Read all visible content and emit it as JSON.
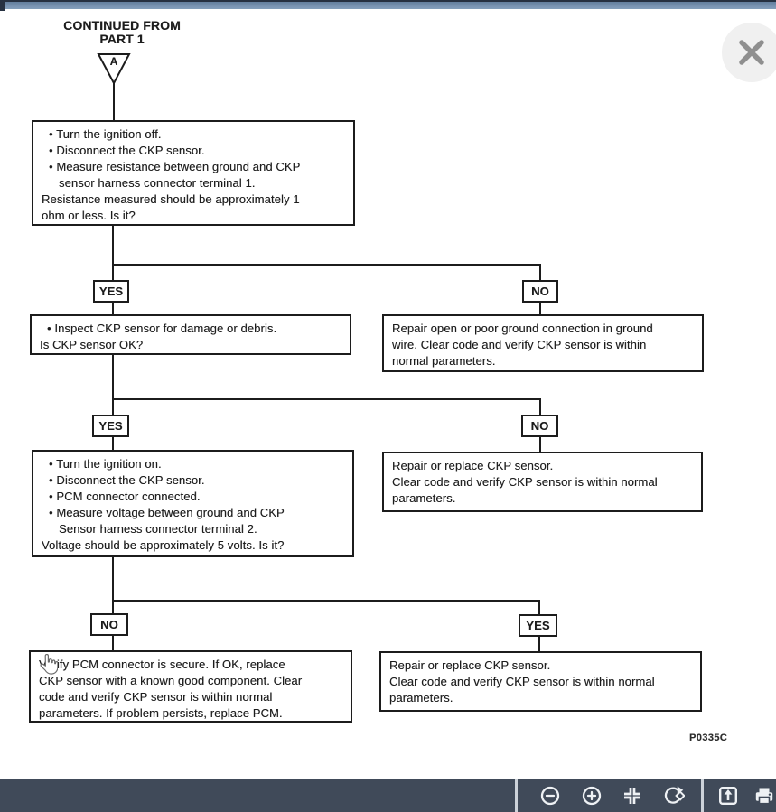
{
  "colors": {
    "top_bar": "#7d97b5",
    "top_bar_edge": "#273141",
    "toolbar_bg": "#404a59",
    "toolbar_icon": "#eef1f4",
    "toolbar_separator": "#ccd2d9",
    "ink": "#1c1c1c",
    "close_circle": "#f0f0f0",
    "close_x": "#8f8f8f"
  },
  "flowchart": {
    "header_line1": "CONTINUED FROM",
    "header_line2": "PART 1",
    "entry_label": "A",
    "code_label": "P0335C",
    "decision1": {
      "yes": "YES",
      "no": "NO"
    },
    "decision2": {
      "yes": "YES",
      "no": "NO"
    },
    "decision3": {
      "no": "NO",
      "yes": "YES"
    },
    "step1": {
      "lines": [
        "• Turn the ignition off.",
        "• Disconnect the CKP sensor.",
        "• Measure resistance between ground and CKP",
        "sensor harness connector terminal 1.",
        "Resistance measured should be approximately 1",
        "ohm or less. Is it?"
      ]
    },
    "step2": {
      "lines": [
        "• Inspect CKP sensor for damage or debris.",
        "Is CKP sensor OK?"
      ]
    },
    "result1": {
      "lines": [
        "Repair open or poor ground connection in ground",
        "wire. Clear code and verify CKP sensor is within",
        "normal parameters."
      ]
    },
    "step3": {
      "lines": [
        "• Turn the ignition on.",
        "• Disconnect the CKP sensor.",
        "• PCM connector connected.",
        "• Measure voltage between ground and CKP",
        "Sensor harness connector terminal 2.",
        "Voltage should be approximately 5 volts. Is it?"
      ]
    },
    "result2": {
      "lines": [
        "Repair or replace CKP sensor.",
        "Clear code and verify CKP sensor is within normal",
        "parameters."
      ]
    },
    "step4": {
      "lines": [
        "Verify PCM connector is secure. If OK, replace",
        "CKP sensor with a known good component. Clear",
        "code and verify CKP sensor is within normal",
        "parameters.  If problem persists, replace PCM."
      ]
    },
    "result3": {
      "lines": [
        "Repair or replace CKP sensor.",
        "Clear code and verify CKP sensor is within normal",
        "parameters."
      ]
    }
  },
  "toolbar": {
    "icons": [
      "zoom-out",
      "zoom-in",
      "fit-to-screen",
      "rotate",
      "pop-out",
      "print"
    ]
  }
}
